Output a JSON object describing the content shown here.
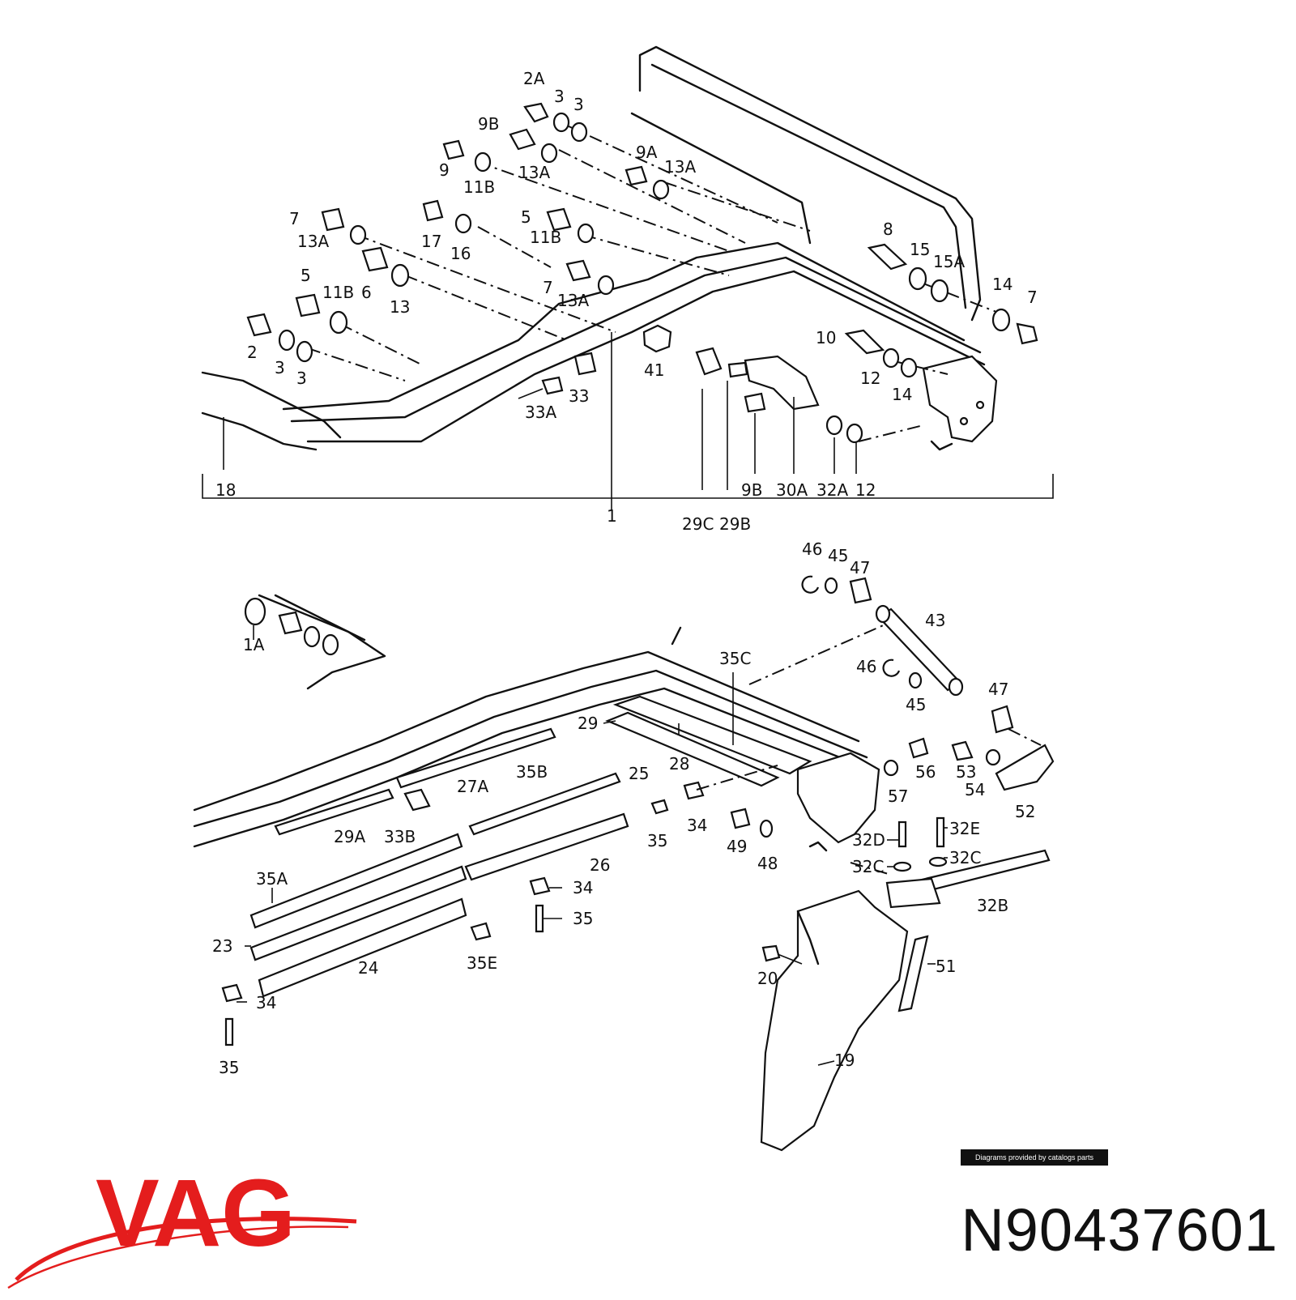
{
  "diagram": {
    "upper_labels": [
      "2A",
      "3",
      "3",
      "9B",
      "9",
      "11B",
      "13A",
      "9A",
      "13A",
      "7",
      "13A",
      "17",
      "16",
      "5",
      "11B",
      "8",
      "15",
      "15A",
      "5",
      "11B",
      "6",
      "13",
      "7",
      "13A",
      "14",
      "7",
      "2",
      "3",
      "3",
      "41",
      "10",
      "12",
      "14",
      "33",
      "33A",
      "18",
      "9B",
      "30A",
      "32A",
      "12",
      "1",
      "29C",
      "29B"
    ],
    "lower_labels": [
      "46",
      "45",
      "47",
      "43",
      "1A",
      "35C",
      "46",
      "45",
      "47",
      "29",
      "28",
      "27A",
      "35B",
      "25",
      "29A",
      "33B",
      "35",
      "34",
      "56",
      "53",
      "57",
      "54",
      "52",
      "35A",
      "26",
      "49",
      "48",
      "32D",
      "32E",
      "32C",
      "32C",
      "34",
      "35",
      "32B",
      "23",
      "24",
      "35E",
      "20",
      "51",
      "34",
      "35",
      "19"
    ]
  },
  "credit": "Diagrams provided by catalogs parts",
  "brand": {
    "name": "VAG",
    "color": "#e41d1d"
  },
  "part_number": "N90437601"
}
